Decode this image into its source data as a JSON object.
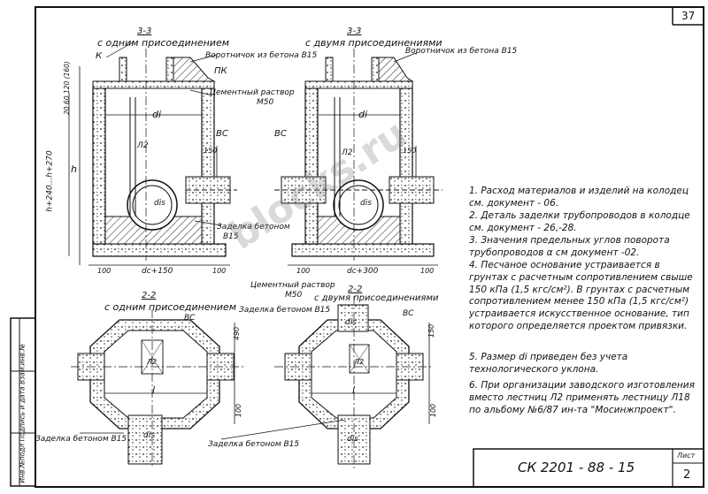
{
  "sheet_number": "37",
  "stamp": {
    "code": "СК 2201 - 88 - 15",
    "list_label": "Лист",
    "list_number": "2"
  },
  "side_stamp": "Инв.№подл  Подпись и дата  Взам.инв.№",
  "watermark": "blocks.ru",
  "views": {
    "left_section": {
      "cut": "3-3",
      "title": "с одним присоединением"
    },
    "right_section": {
      "cut": "3-3",
      "title": "с двумя присоединениями"
    },
    "left_plan": {
      "cut": "2-2",
      "title": "с одним присоединением"
    },
    "right_plan": {
      "cut": "2-2",
      "title": "с двумя присоединениями"
    }
  },
  "labels": {
    "collar_left": "Воротничок из бетона В15",
    "collar_right": "Воротничок из бетона В15",
    "pk": "ПК",
    "k": "К",
    "mortar": "Цементный раствор",
    "mortar_m": "М50",
    "mortar2": "Цементный раствор",
    "mortar2_m": "М50",
    "di": "di",
    "dis": "dis",
    "l2": "Л2",
    "vs": "ВС",
    "zadelka": "Заделка бетоном",
    "b15": "В15",
    "zadelka_plan_top": "Заделка бетоном В15",
    "zadelka_plan_left": "Заделка бетоном В15",
    "zadelka_plan_bottom": "Заделка бетоном В15",
    "dim_100": "100",
    "dim_150": "150",
    "dim_490": "490",
    "dim_h": "h",
    "dim_h1": "h+240...h+270",
    "dim_stack": "20 60 120 (160)",
    "dim_dc_left": "dc+150",
    "dim_dc_right": "dc+300",
    "dim_l": "l"
  },
  "notes": [
    {
      "num": "1.",
      "text": "Расход материалов и изделий на колодец см. документ - 06."
    },
    {
      "num": "2.",
      "text": "Деталь заделки трубопроводов в колодце см. документ - 26,-28."
    },
    {
      "num": "3.",
      "text": "Значения предельных углов поворота трубопроводов α см документ -02."
    },
    {
      "num": "4.",
      "text": "Песчаное основание устраивается в грунтах с расчетным сопротивлением свыше 150 кПа (1,5 кгс/см²). В грунтах с расчетным сопротивлением менее 150 кПа (1,5 кгс/см²) устраивается искусственное основание, тип которого определяется проектом привязки."
    },
    {
      "num": "5.",
      "text": "Размер di приведен без учета технологического уклона."
    },
    {
      "num": "6.",
      "text": "При организации заводского изготовления вместо лестниц Л2 применять лестницу Л18 по альбому №6/87 ин-та \"Мосинжпроект\"."
    }
  ]
}
